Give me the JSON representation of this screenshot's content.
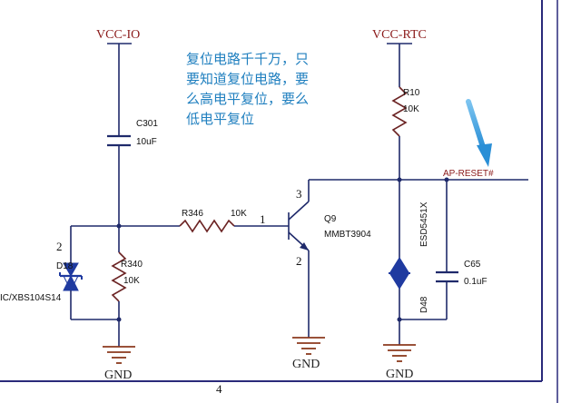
{
  "power": {
    "vcc_io": "VCC-IO",
    "vcc_rtc": "VCC-RTC"
  },
  "ground": {
    "gnd1": "GND",
    "gnd2": "GND",
    "gnd3": "GND"
  },
  "annotation": {
    "line1": "复位电路千千万，只",
    "line2": "要知道复位电路，要",
    "line3": "么高电平复位，要么",
    "line4": "低电平复位"
  },
  "components": {
    "c301": {
      "ref": "C301",
      "value": "10uF"
    },
    "r346": {
      "ref": "R346",
      "value": "10K"
    },
    "r340": {
      "ref": "R340",
      "value": "10K"
    },
    "d18": {
      "ref": "D18",
      "part": "IC/XBS104S14"
    },
    "q9": {
      "ref": "Q9",
      "part": "MMBT3904"
    },
    "r10": {
      "ref": "R10",
      "value": "10K"
    },
    "d48": {
      "ref": "D48",
      "part": "ESD5451X"
    },
    "c65": {
      "ref": "C65",
      "value": "0.1uF"
    }
  },
  "net_label": "AP-RESET#",
  "pins": {
    "q9_base": "1",
    "q9_collector": "3",
    "q9_emitter": "2",
    "d18_pin": "2"
  },
  "sheet_marker": "4",
  "colors": {
    "wire": "#1f2a6b",
    "power": "#8b1a1a",
    "note": "#1f7fbf",
    "arrow": "#2a8fd6",
    "diode": "#1f3aa0"
  }
}
